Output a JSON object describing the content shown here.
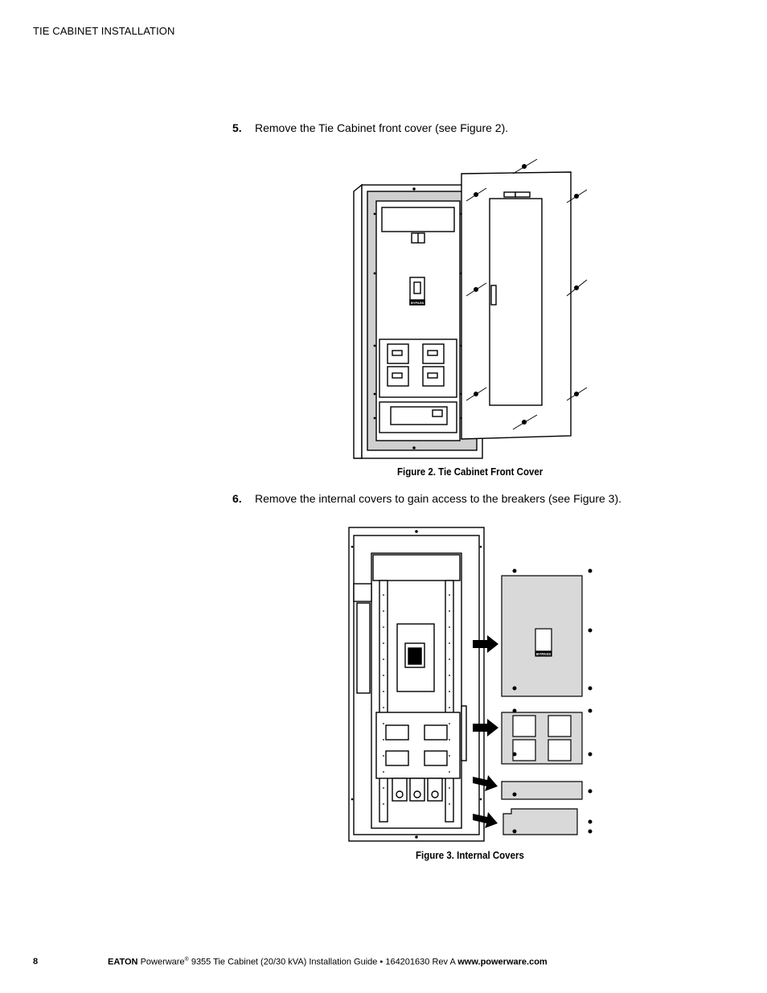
{
  "header": {
    "section_title": "TIE CABINET INSTALLATION"
  },
  "steps": [
    {
      "number": "5.",
      "text": "Remove the Tie Cabinet front cover (see Figure 2)."
    },
    {
      "number": "6.",
      "text": "Remove the internal covers to gain access to the breakers (see Figure 3)."
    }
  ],
  "figures": {
    "fig2": {
      "caption": "Figure 2. Tie Cabinet Front Cover",
      "bypass_label": "BYPASS"
    },
    "fig3": {
      "caption": "Figure 3. Internal Covers",
      "bypass_label": "BYPASS"
    }
  },
  "footer": {
    "page_number": "8",
    "brand": "EATON",
    "product": "Powerware",
    "reg_mark": "®",
    "doc_title": " 9355 Tie Cabinet (20/30 kVA) Installation Guide  •  164201630 Rev A ",
    "url": "www.powerware.com"
  }
}
